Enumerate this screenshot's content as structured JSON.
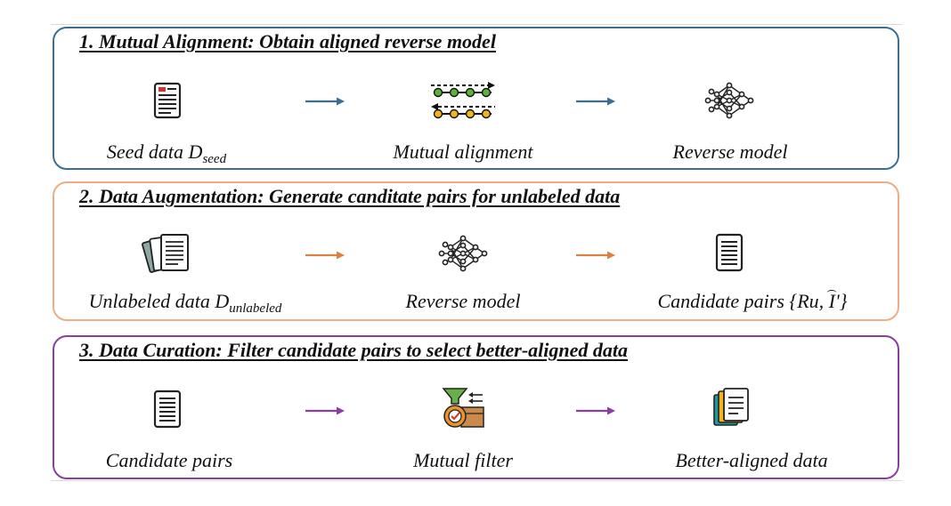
{
  "stage1": {
    "title": "1. Mutual Alignment: Obtain aligned reverse model",
    "color": "#3a6f93",
    "steps": [
      {
        "label": "Seed data D",
        "sub": "seed",
        "icon": "document-icon"
      },
      {
        "label": "Mutual alignment",
        "icon": "bidirectional-dots-icon"
      },
      {
        "label": "Reverse model",
        "icon": "neural-network-icon"
      }
    ]
  },
  "stage2": {
    "title": "2. Data Augmentation: Generate canditate pairs for unlabeled data",
    "color": "#efad85",
    "arrow_color": "#e0803f",
    "steps": [
      {
        "label": "Unlabeled data D",
        "sub": "unlabeled",
        "icon": "stacked-documents-icon"
      },
      {
        "label": "Reverse model",
        "icon": "neural-network-icon"
      },
      {
        "label_prefix": "Candidate pairs {Ru, ",
        "label_hat": "I",
        "label_suffix": "'}",
        "icon": "document-icon"
      }
    ]
  },
  "stage3": {
    "title": "3. Data Curation: Filter candidate pairs to select better-aligned data",
    "color": "#8a3fa0",
    "steps": [
      {
        "label": "Candidate pairs",
        "icon": "document-icon"
      },
      {
        "label": "Mutual filter",
        "icon": "funnel-filter-icon"
      },
      {
        "label": "Better-aligned data",
        "icon": "colored-documents-icon"
      }
    ]
  }
}
